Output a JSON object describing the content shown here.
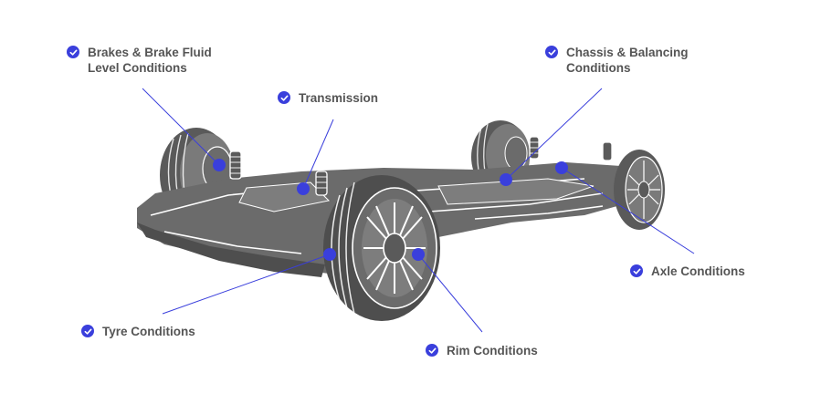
{
  "colors": {
    "accent": "#3a3fdc",
    "chassis": "#6b6b6b",
    "chassis_dark": "#4a4a4a",
    "chassis_light": "#8a8a8a",
    "label_text": "#555555"
  },
  "icon": "check-circle-icon",
  "callouts": [
    {
      "id": "brakes",
      "lines": [
        "Brakes & Brake Fluid",
        "Level Conditions"
      ]
    },
    {
      "id": "transmission",
      "lines": [
        "Transmission"
      ]
    },
    {
      "id": "chassis",
      "lines": [
        "Chassis & Balancing",
        "Conditions"
      ]
    },
    {
      "id": "axle",
      "lines": [
        "Axle Conditions"
      ]
    },
    {
      "id": "tyre",
      "lines": [
        "Tyre Conditions"
      ]
    },
    {
      "id": "rim",
      "lines": [
        "Rim Conditions"
      ]
    }
  ]
}
